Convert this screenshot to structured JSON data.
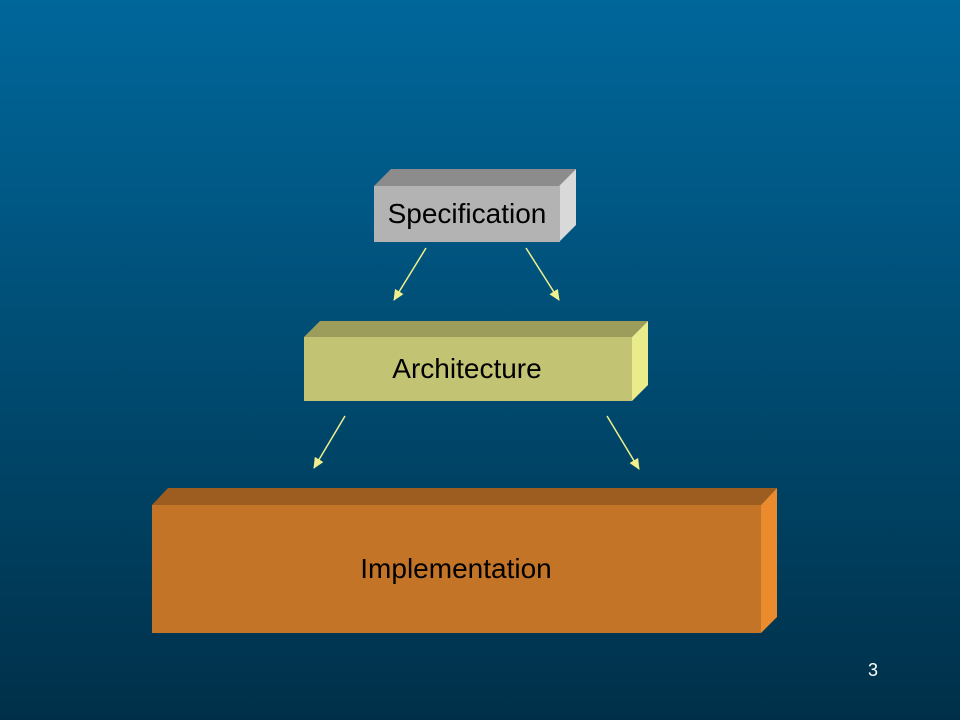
{
  "slide": {
    "page_number": "3",
    "colors": {
      "background_top": "#00679B",
      "background_bottom": "#003049",
      "specification_front": "#B3B3B3",
      "architecture_front": "#C3C473",
      "implementation_front": "#C47426",
      "arrow": "#F0F08C"
    }
  },
  "diagram": {
    "blocks": [
      {
        "id": "specification",
        "label": "Specification"
      },
      {
        "id": "architecture",
        "label": "Architecture"
      },
      {
        "id": "implementation",
        "label": "Implementation"
      }
    ],
    "edges": [
      {
        "from": "specification",
        "to": "architecture"
      },
      {
        "from": "architecture",
        "to": "implementation"
      }
    ]
  }
}
